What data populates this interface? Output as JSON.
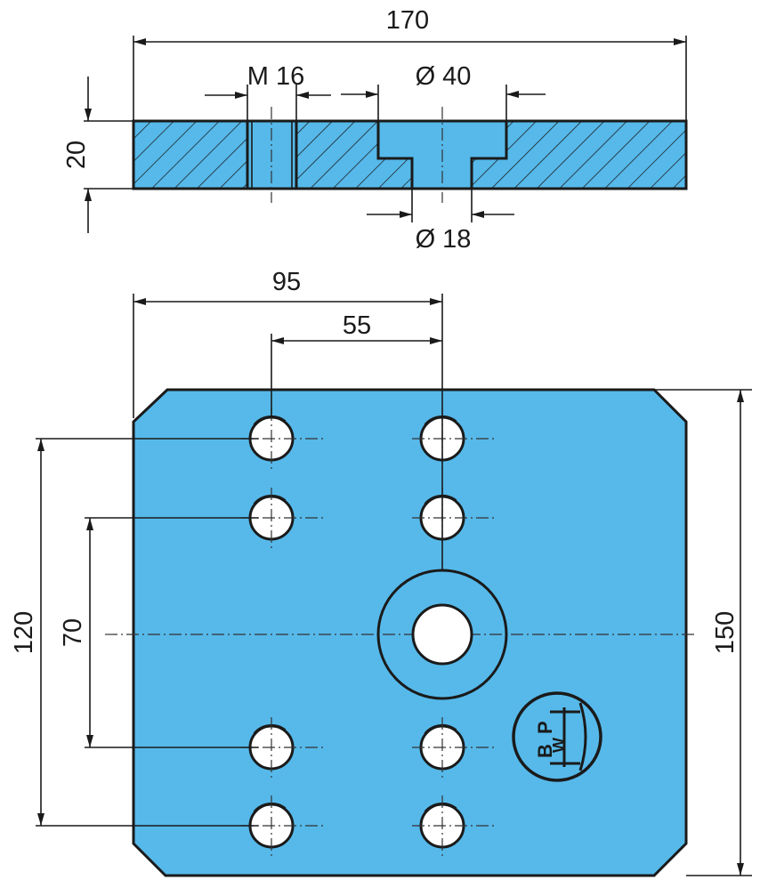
{
  "title": "Mounting plate technical drawing",
  "colors": {
    "part": "#56b9ea",
    "line": "#1a1a1a"
  },
  "section_view": {
    "overall_width": "170",
    "thickness": "20",
    "thread": "M 16",
    "counterbore": "Ø 40",
    "bore": "Ø 18"
  },
  "plan_view": {
    "dim_95": "95",
    "dim_55": "55",
    "dim_120": "120",
    "dim_70": "70",
    "dim_150": "150",
    "logo_text": "BPW"
  }
}
